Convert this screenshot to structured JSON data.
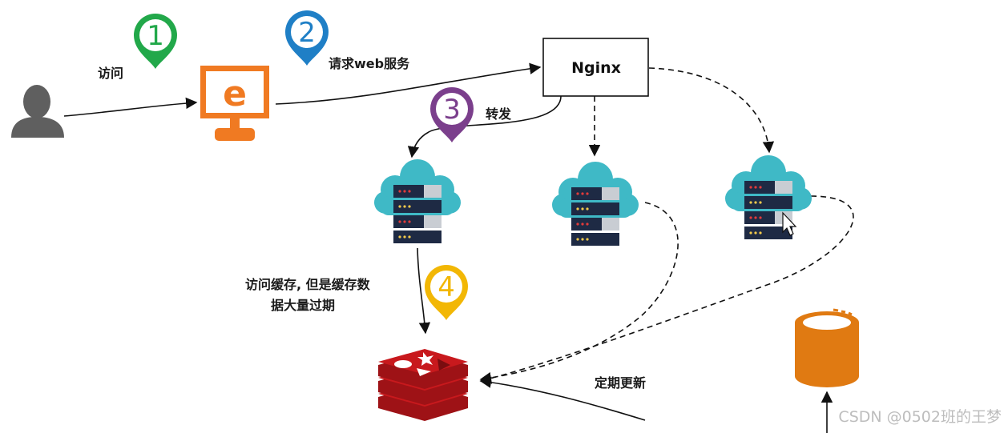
{
  "nodes": {
    "nginx": "Nginx"
  },
  "steps": {
    "s1": "1",
    "s2": "2",
    "s3": "3",
    "s4": "4"
  },
  "labels": {
    "visit": "访问",
    "request_web": "请求web服务",
    "forward": "转发",
    "cache_line1": "访问缓存, 但是缓存数",
    "cache_line2": "据大量过期",
    "periodic_update": "定期更新"
  },
  "browser_icon_letter": "e",
  "watermark": "CSDN @0502班的王梦",
  "colors": {
    "pin1": "#22a84a",
    "pin2": "#1f7fc6",
    "pin3": "#7b3f8c",
    "pin4": "#f2b705",
    "browser": "#f07a22",
    "cloud": "#3fb9c6",
    "server_dark": "#1e2a44",
    "redis": "#c8191d",
    "database": "#e07a12",
    "user": "#5f5f5f"
  },
  "icons": [
    "user-icon",
    "browser-icon",
    "map-pin-icon",
    "cloud-server-icon",
    "redis-icon",
    "database-icon",
    "cursor-icon"
  ]
}
